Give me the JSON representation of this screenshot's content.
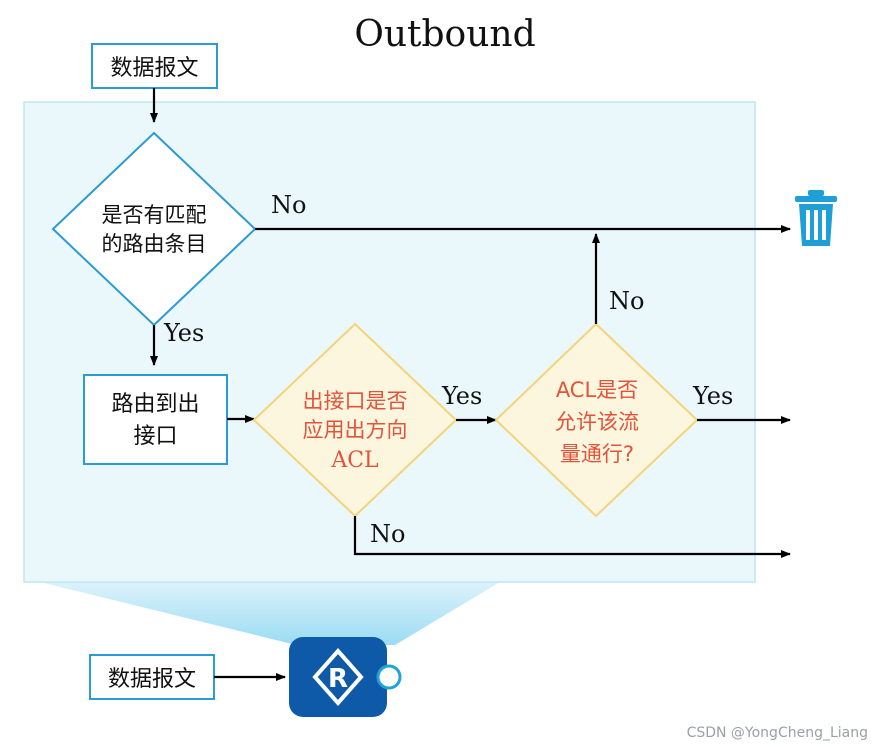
{
  "title": "Outbound",
  "boxes": {
    "packet_top": "数据报文",
    "packet_bottom": "数据报文",
    "route_to_interface": [
      "路由到出",
      "接口"
    ]
  },
  "decisions": {
    "match_route": [
      "是否有匹配",
      "的路由条目"
    ],
    "acl_applied": [
      "出接口是否",
      "应用出方向",
      "ACL"
    ],
    "acl_permit": [
      "ACL是否",
      "允许该流",
      "量通行?"
    ]
  },
  "labels": {
    "no_match": "No",
    "yes_match": "Yes",
    "yes_acl_applied": "Yes",
    "no_acl_applied": "No",
    "yes_permit": "Yes",
    "no_permit": "No"
  },
  "router": {
    "letter": "R"
  },
  "watermark": "CSDN @YongCheng_Liang",
  "colors": {
    "region_fill": "#eaf7fb",
    "region_stroke": "#bfe6f2",
    "box_stroke": "#2a9bd4",
    "acl_stroke": "#f5d37a",
    "acl_fill": "#fdf6df",
    "acl_text": "#e3533a",
    "router_fill": "#0f5aa8",
    "trash": "#1e9fd6"
  },
  "icons": {
    "delete": "trash-icon",
    "router": "router-icon"
  }
}
